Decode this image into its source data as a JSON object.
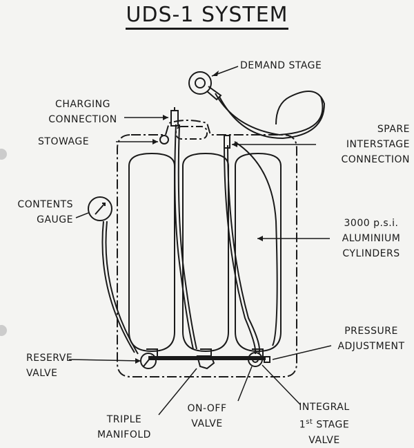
{
  "title": "UDS-1 SYSTEM",
  "labels": {
    "demand_stage": "DEMAND STAGE",
    "charging_connection": [
      "CHARGING",
      "CONNECTION"
    ],
    "stowage": "STOWAGE",
    "spare_interstage": [
      "SPARE",
      "INTERSTAGE",
      "CONNECTION"
    ],
    "contents_gauge": [
      "CONTENTS",
      "GAUGE"
    ],
    "cylinders": [
      "3000 p.s.i.",
      "ALUMINIUM",
      "CYLINDERS"
    ],
    "pressure_adjustment": [
      "PRESSURE",
      "ADJUSTMENT"
    ],
    "reserve_valve": [
      "RESERVE",
      "VALVE"
    ],
    "on_off_valve": [
      "ON-OFF",
      "VALVE"
    ],
    "triple_manifold": [
      "TRIPLE",
      "MANIFOLD"
    ],
    "integral_stage": [
      "INTEGRAL",
      "1",
      "st",
      "STAGE",
      "VALVE"
    ]
  }
}
